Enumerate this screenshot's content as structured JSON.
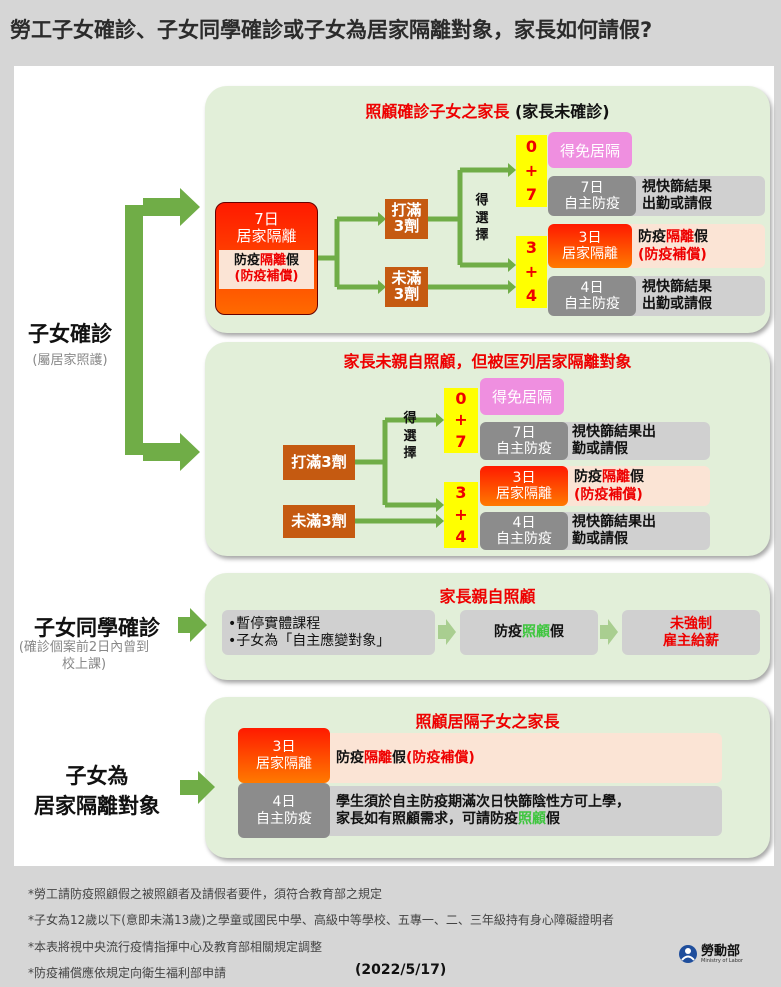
{
  "title": "勞工子女確診、子女同學確診或子女為居家隔離對象，家長如何請假?",
  "left": {
    "child_confirmed": "子女確診",
    "child_confirmed_sub": "(屬居家照護)",
    "classmate": "子女同學確診",
    "classmate_sub": "(確診個案前2日內曾到校上課)",
    "isolated_l1": "子女為",
    "isolated_l2": "居家隔離對象"
  },
  "panel_a": {
    "title_red": "照顧確診子女之家長",
    "title_black": " (家長未確診)",
    "start_l1": "7日",
    "start_l2": "居家隔離",
    "leave_a": "防疫",
    "leave_b": "隔離",
    "leave_c": "假",
    "comp": "(防疫補償)",
    "full": "打滿3劑",
    "full_l1": "打滿",
    "full_l2": "3劑",
    "notfull_l1": "未滿",
    "notfull_l2": "3劑",
    "choose": [
      "得",
      "選",
      "擇"
    ],
    "y1": [
      "0",
      "+",
      "7"
    ],
    "y2": [
      "3",
      "+",
      "4"
    ],
    "exempt": "得免居隔",
    "self7_l1": "7日",
    "self7_l2": "自主防疫",
    "rapid_l1": "視快篩結果",
    "rapid_l2": "出勤或請假",
    "home3_l1": "3日",
    "home3_l2": "居家隔離",
    "self4_l1": "4日",
    "self4_l2": "自主防疫"
  },
  "panel_b": {
    "title": "家長未親自照顧，但被匡列居家隔離對象",
    "full": "打滿3劑",
    "notfull": "未滿3劑",
    "rapid_l1": "視快篩結果出",
    "rapid_l2": "勤或請假"
  },
  "panel_c": {
    "title": "家長親自照顧",
    "bullet1": "•暫停實體課程",
    "bullet2": "•子女為「自主應變對象」",
    "care_a": "防疫",
    "care_b": "照顧",
    "care_c": "假",
    "pay_l1": "未強制",
    "pay_l2": "雇主給薪"
  },
  "panel_d": {
    "title": "照顧居隔子女之家長",
    "text2_l1": "學生須於自主防疫期滿次日快篩陰性方可上學，",
    "text2_l2a": "家長如有照顧需求，可請防疫",
    "text2_l2b": "照顧",
    "text2_l2c": "假"
  },
  "footer": {
    "notes": [
      "*勞工請防疫照顧假之被照顧者及請假者要件，須符合教育部之規定",
      "*子女為12歲以下(意即未滿13歲)之學童或國民中學、高級中等學校、五專一、二、三年級持有身心障礙證明者",
      "*本表將視中央流行疫情指揮中心及教育部相關規定調整",
      "*防疫補償應依規定向衛生福利部申請"
    ],
    "date": "(2022/5/17)",
    "logo": "勞動部",
    "logo_en": "Ministry of Labor"
  },
  "colors": {
    "green": "#70ad47",
    "red": "#ee0000",
    "brown": "#c55a11",
    "yellow": "#ffff00"
  }
}
